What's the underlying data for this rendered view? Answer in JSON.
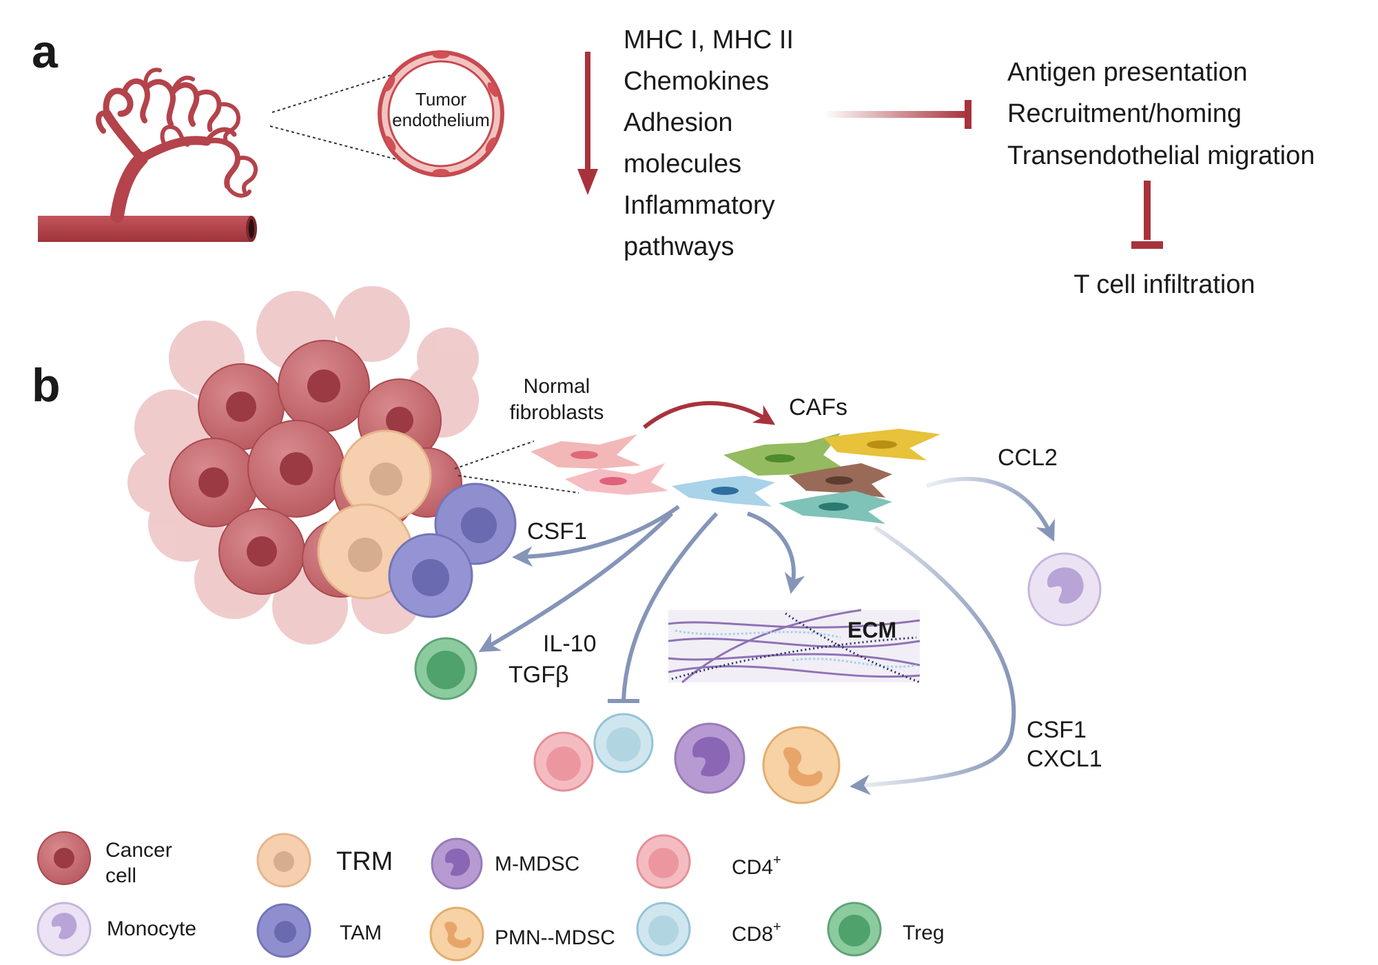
{
  "panel_a": {
    "label": "a",
    "vessel_label_line1": "Tumor",
    "vessel_label_line2": "endothelium",
    "downregulated": [
      "MHC I, MHC II",
      "Chemokines",
      "Adhesion",
      "molecules",
      "Inflammatory",
      "pathways"
    ],
    "inhibited_processes": [
      "Antigen presentation",
      "Recruitment/homing",
      "Transendothelial migration"
    ],
    "outcome": "T cell infiltration"
  },
  "panel_b": {
    "label": "b",
    "normal_fibroblasts_line1": "Normal",
    "normal_fibroblasts_line2": "fibroblasts",
    "cafs": "CAFs",
    "ccl2": "CCL2",
    "csf1_tam": "CSF1",
    "il10": "IL-10",
    "tgfb": "TGFβ",
    "ecm": "ECM",
    "csf1_mdsc": "CSF1",
    "cxcl1": "CXCL1"
  },
  "legend": {
    "cancer_line1": "Cancer",
    "cancer_line2": "cell",
    "monocyte": "Monocyte",
    "trm": "TRM",
    "tam": "TAM",
    "m_mdsc": "M-MDSC",
    "pmn_mdsc": "PMN--MDSC",
    "cd4": "CD4",
    "cd4_sup": "+",
    "cd8": "CD8",
    "cd8_sup": "+",
    "treg": "Treg"
  },
  "colors": {
    "vessel_red": "#b4434b",
    "inhibit_red": "#a8323c",
    "arrow_blue": "#8595b8",
    "cancer": "#c46a6e",
    "trm": "#f5cfae",
    "tam": "#8f8fd0",
    "monocyte": "#dcd0ea",
    "m_mdsc": "#a989c9",
    "pmn_mdsc": "#f4c892",
    "cd4": "#f1a9ae",
    "cd8": "#b9dae6",
    "treg": "#6ab784"
  }
}
